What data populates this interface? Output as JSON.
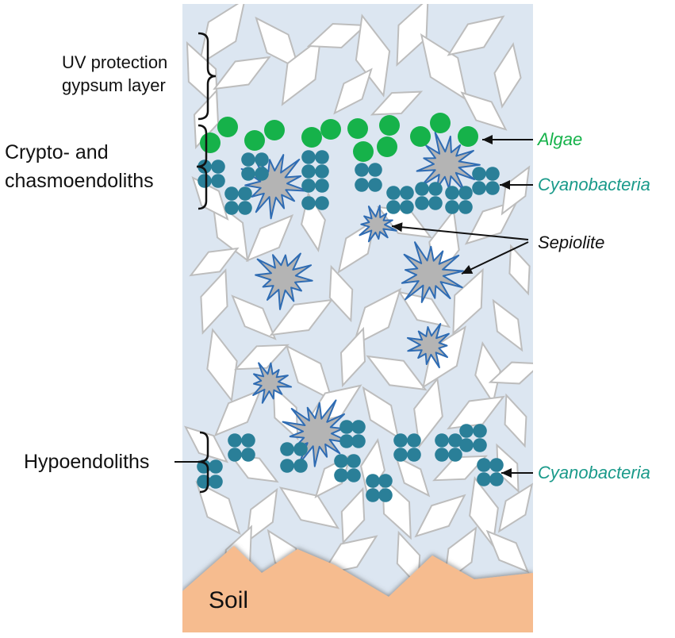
{
  "colors": {
    "background": "#dce6f1",
    "crystal_fill": "#ffffff",
    "crystal_stroke": "#bdbdbd",
    "algae": "#16b24a",
    "cyanobacteria": "#2a7f98",
    "sepiolite_fill": "#b4b4b4",
    "sepiolite_stroke": "#2f6cb3",
    "soil": "#f6bc8f",
    "algae_label": "#16b24a",
    "cyanobacteria_label": "#1a9a8a"
  },
  "labels": {
    "uv_line1": "UV protection",
    "uv_line2": "gypsum layer",
    "crypto_line1": "Crypto- and",
    "crypto_line2": "chasmoendoliths",
    "hypo": "Hypoendoliths",
    "algae": "Algae",
    "cyanobacteria_top": "Cyanobacteria",
    "sepiolite": "Sepiolite",
    "cyanobacteria_bottom": "Cyanobacteria",
    "soil": "Soil"
  },
  "icons": {
    "algae": "green-circle",
    "cyanobacteria": "teal-cell-cluster",
    "sepiolite": "grey-starburst",
    "gypsum_crystal": "white-rhombus"
  }
}
